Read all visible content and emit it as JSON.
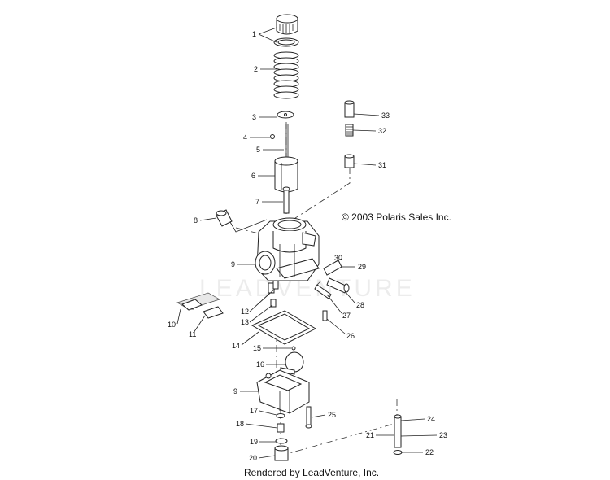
{
  "copyright": "© 2003 Polaris Sales Inc.",
  "rendered_by": "Rendered by LeadVenture, Inc.",
  "watermark": "LEADVENTURE",
  "callouts": [
    "1",
    "2",
    "3",
    "4",
    "5",
    "6",
    "7",
    "8",
    "9",
    "9",
    "10",
    "11",
    "12",
    "13",
    "14",
    "15",
    "16",
    "17",
    "18",
    "19",
    "20",
    "21",
    "22",
    "23",
    "24",
    "25",
    "26",
    "27",
    "28",
    "29",
    "30",
    "31",
    "32",
    "33"
  ]
}
